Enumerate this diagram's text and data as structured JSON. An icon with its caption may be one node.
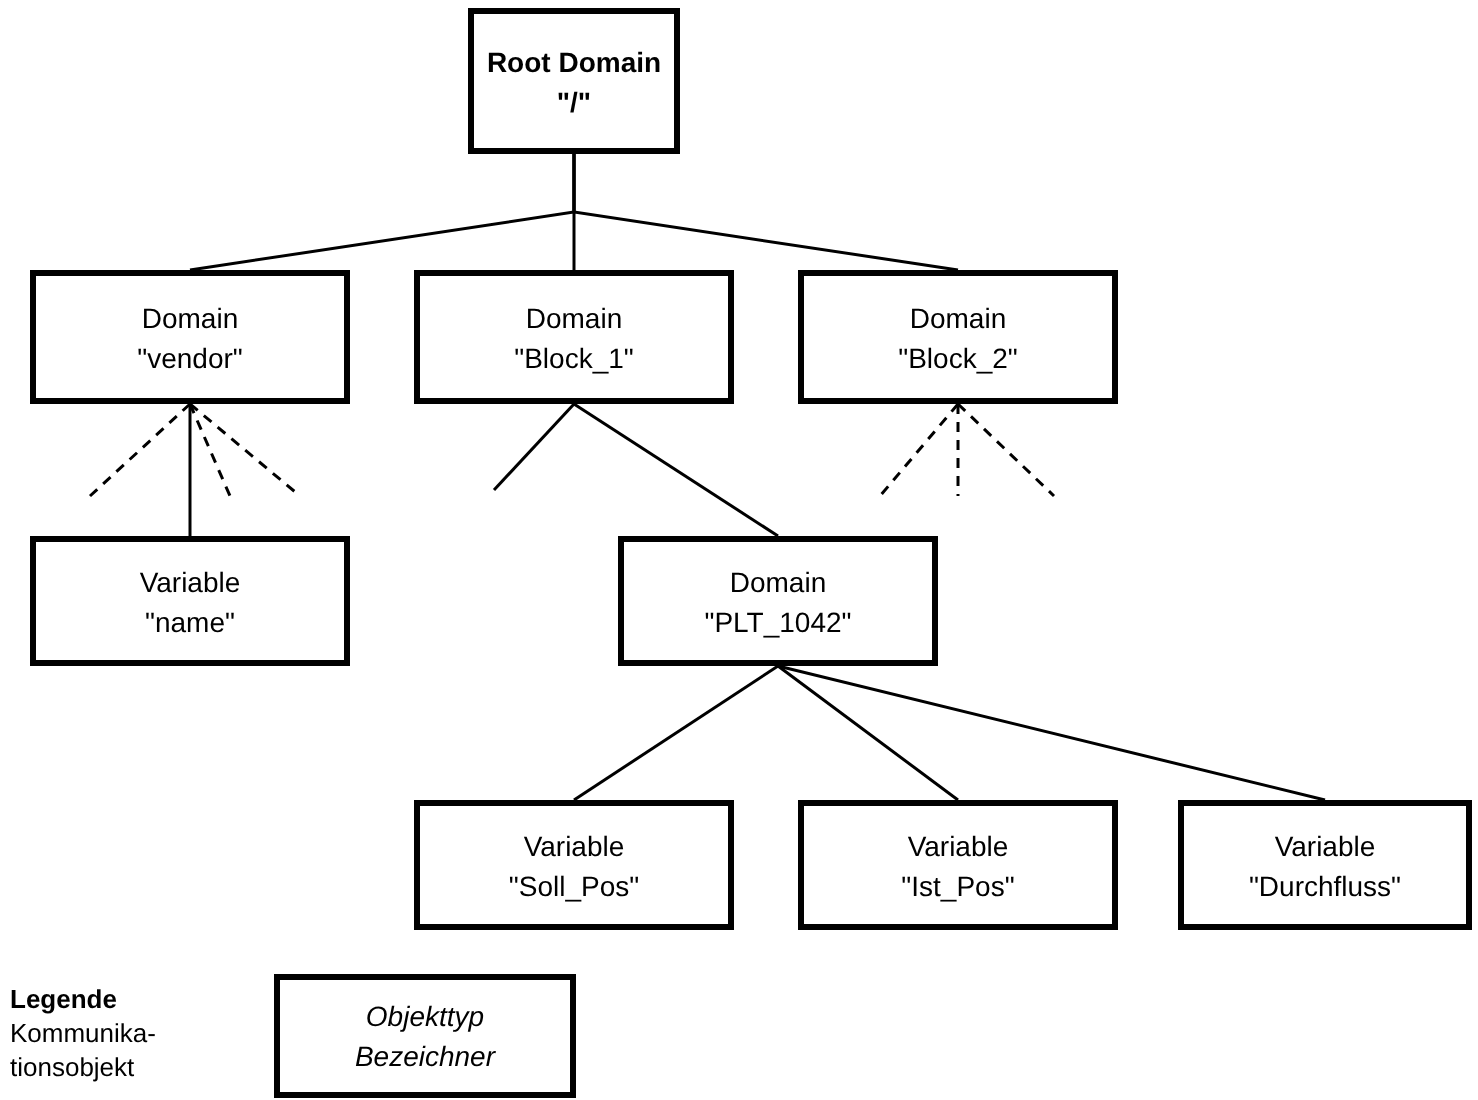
{
  "diagram": {
    "nodes": [
      {
        "text": [
          "Root Domain",
          "\"/\""
        ]
      },
      {
        "text": [
          "Domain",
          "\"vendor\""
        ]
      },
      {
        "text": [
          "Domain",
          "\"Block_1\""
        ]
      },
      {
        "text": [
          "Domain",
          "\"Block_2\""
        ]
      },
      {
        "text": [
          "Variable",
          "\"name\""
        ]
      },
      {
        "text": [
          "Domain",
          "\"PLT_1042\""
        ]
      },
      {
        "text": [
          "Variable",
          "\"Soll_Pos\""
        ]
      },
      {
        "text": [
          "Variable",
          "\"Ist_Pos\""
        ]
      },
      {
        "text": [
          "Variable",
          "\"Durchfluss\""
        ]
      },
      {
        "text": [
          "Objekttyp",
          "Bezeichner"
        ]
      }
    ],
    "edges": [
      {
        "from": 0,
        "to": 1,
        "arrow": "none"
      },
      {
        "from": 0,
        "to": 2,
        "arrow": "none"
      },
      {
        "from": 0,
        "to": 3,
        "arrow": "none"
      },
      {
        "from": 1,
        "to": null,
        "arrow": "none",
        "style": "dashed"
      },
      {
        "from": 1,
        "to": 4,
        "arrow": "none"
      },
      {
        "from": 1,
        "to": null,
        "arrow": "none",
        "style": "dashed"
      },
      {
        "from": 1,
        "to": null,
        "arrow": "none",
        "style": "dashed"
      },
      {
        "from": 2,
        "to": null,
        "arrow": "none"
      },
      {
        "from": 2,
        "to": 5,
        "arrow": "none"
      },
      {
        "from": 3,
        "to": null,
        "arrow": "none",
        "style": "dashed"
      },
      {
        "from": 3,
        "to": null,
        "arrow": "none",
        "style": "dashed"
      },
      {
        "from": 3,
        "to": null,
        "arrow": "none",
        "style": "dashed"
      },
      {
        "from": 5,
        "to": 6,
        "arrow": "none"
      },
      {
        "from": 5,
        "to": 7,
        "arrow": "none"
      },
      {
        "from": 5,
        "to": 8,
        "arrow": "none"
      }
    ],
    "labels": [
      "Legende",
      "Kommunika- tionsobjekt"
    ]
  }
}
